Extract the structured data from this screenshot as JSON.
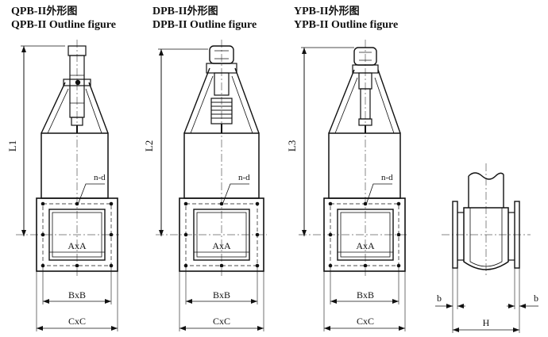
{
  "figures": [
    {
      "id": "qpb",
      "title_code": "QPB-II",
      "title_zh": "外形图",
      "title_en": "QPB-II Outline figure",
      "height_label": "L1",
      "hole_label": "n-d",
      "inner_label": "AxA",
      "mid_label": "BxB",
      "outer_label": "CxC"
    },
    {
      "id": "dpb",
      "title_code": "DPB-II",
      "title_zh": "外形图",
      "title_en": "DPB-II Outline figure",
      "height_label": "L2",
      "hole_label": "n-d",
      "inner_label": "AxA",
      "mid_label": "BxB",
      "outer_label": "CxC"
    },
    {
      "id": "ypb",
      "title_code": "YPB-II",
      "title_zh": "外形图",
      "title_en": "YPB-II Outline figure",
      "height_label": "L3",
      "hole_label": "n-d",
      "inner_label": "AxA",
      "mid_label": "BxB",
      "outer_label": "CxC"
    }
  ],
  "side_view": {
    "left_label": "b",
    "right_label": "b",
    "width_label": "H"
  },
  "colors": {
    "ink": "#111111",
    "paper": "#ffffff"
  }
}
